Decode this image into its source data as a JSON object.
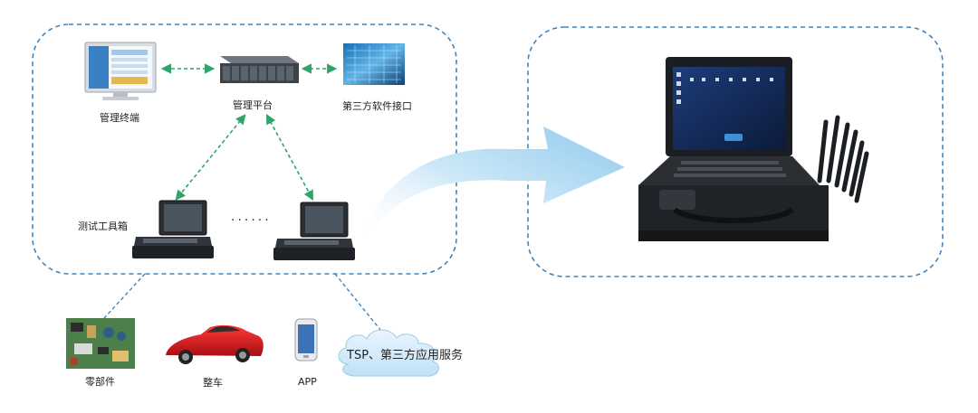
{
  "nodes": {
    "management_terminal": "管理终端",
    "management_platform": "管理平台",
    "third_party_interface": "第三方软件接口",
    "test_toolbox": "测试工具箱",
    "ellipsis": "······",
    "components": "零部件",
    "vehicle": "整车",
    "app": "APP",
    "tsp_services": "TSP、第三方应用服务"
  },
  "colors": {
    "dashed_border": "#3a86c4",
    "green_arrow": "#2ea46a",
    "big_arrow": "#a9d6f2"
  }
}
